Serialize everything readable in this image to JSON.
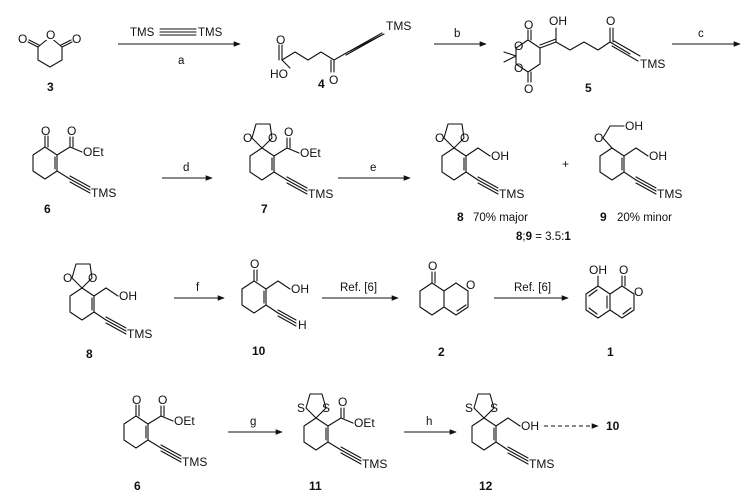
{
  "reagent_labels": {
    "r1_top": "TMS",
    "r1_top2": "TMS",
    "a": "a",
    "b": "b",
    "c": "c",
    "d": "d",
    "e": "e",
    "f": "f",
    "ref1": "Ref. [6]",
    "ref2": "Ref. [6]",
    "g": "g",
    "h": "h"
  },
  "compounds": {
    "c3": "3",
    "c4": "4",
    "c5": "5",
    "c6": "6",
    "c7": "7",
    "c8": "8",
    "c9": "9",
    "c8b": "8",
    "c10": "10",
    "c2": "2",
    "c1": "1",
    "c6b": "6",
    "c11": "11",
    "c12": "12",
    "c10b": "10"
  },
  "annotations": {
    "yield8": "70% major",
    "yield9": "20% minor",
    "plus": "+",
    "ratio_a": "8",
    "ratio_sep": ";",
    "ratio_b": "9",
    "ratio_val": " = 3.5:",
    "ratio_c": "1"
  },
  "atoms": {
    "O": "O",
    "OH": "OH",
    "HO": "HO",
    "OEt": "OEt",
    "TMS": "TMS",
    "S": "S",
    "H": "H"
  }
}
